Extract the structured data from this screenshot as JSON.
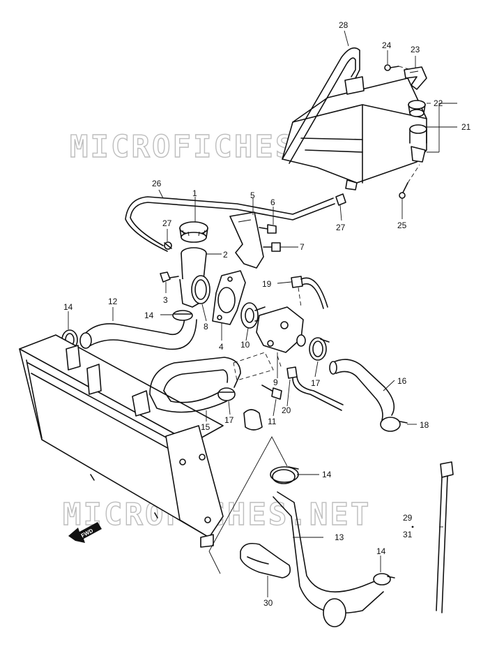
{
  "watermark": "MICROFICHES.NET",
  "direction_label": "FWD",
  "callouts": {
    "c1": "1",
    "c2": "2",
    "c3": "3",
    "c4": "4",
    "c5": "5",
    "c6": "6",
    "c7": "7",
    "c8": "8",
    "c9": "9",
    "c10": "10",
    "c11": "11",
    "c12": "12",
    "c13": "13",
    "c14a": "14",
    "c14b": "14",
    "c14c": "14",
    "c14d": "14",
    "c15": "15",
    "c16": "16",
    "c17a": "17",
    "c17b": "17",
    "c18": "18",
    "c19": "19",
    "c20": "20",
    "c21": "21",
    "c22": "22",
    "c23": "23",
    "c24": "24",
    "c25": "25",
    "c26": "26",
    "c27a": "27",
    "c27b": "27",
    "c28": "28",
    "c29": "29",
    "c30": "30",
    "c31": "31"
  }
}
